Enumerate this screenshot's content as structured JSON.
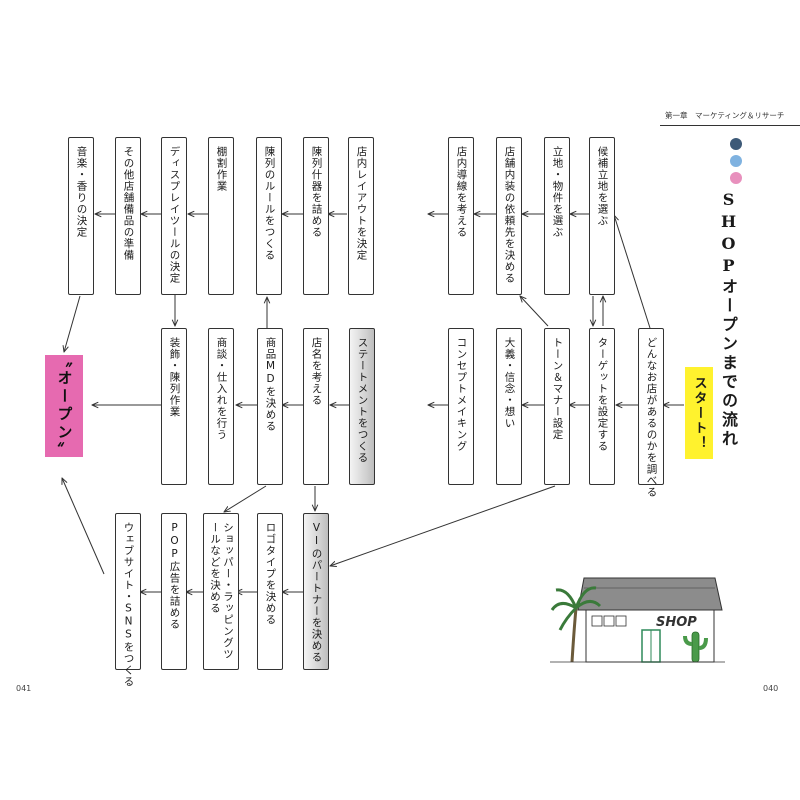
{
  "header": {
    "chapter_label": "第一章　マーケティング＆リサーチ",
    "section_title": "SHOPオープンまでの流れ",
    "dots": [
      "#3d5a78",
      "#7fb2e0",
      "#e890bd"
    ]
  },
  "start_label": "スタート！",
  "goal_label": "〝オープン〟",
  "boxes": {
    "b_kouho": "候補立地を選ぶ",
    "b_ricchi": "立地・物件を選ぶ",
    "b_irai": "店舗内装の依頼先を決める",
    "b_dousen": "店内導線を考える",
    "b_layout": "店内レイアウトを決定",
    "b_juki": "陳列什器を詰める",
    "b_rule": "陳列のルールをつくる",
    "b_tana": "棚割作業",
    "b_display": "ディスプレイツールの決定",
    "b_sonota": "その他店舗備品の準備",
    "b_ongaku": "音楽・香りの決定",
    "b_donna": "どんなお店があるのかを調べる",
    "b_target": "ターゲットを設定する",
    "b_tone": "トーン＆マナー設定",
    "b_taigi": "大義・信念・想い",
    "b_concept": "コンセプトメイキング",
    "b_statement": "ステートメントをつくる",
    "b_tenmei": "店名を考える",
    "b_md": "商品MDを決める",
    "b_shoudan": "商談・仕入れを行う",
    "b_soushoku": "装飾・陳列作業",
    "b_vi": "VIのパートナーを決める",
    "b_logo": "ロゴタイプを決める",
    "b_shopper": "ショッパー・ラッピングツールなどを決める",
    "b_pop": "POP広告を詰める",
    "b_web": "ウェブサイト・SNSをつくる"
  },
  "illustration": {
    "sign_text": "SHOP"
  },
  "page_numbers": {
    "left": "041",
    "right": "040"
  },
  "colors": {
    "start": "#fff22e",
    "goal": "#e66ab0",
    "grey_box": "#cfcfcf"
  }
}
